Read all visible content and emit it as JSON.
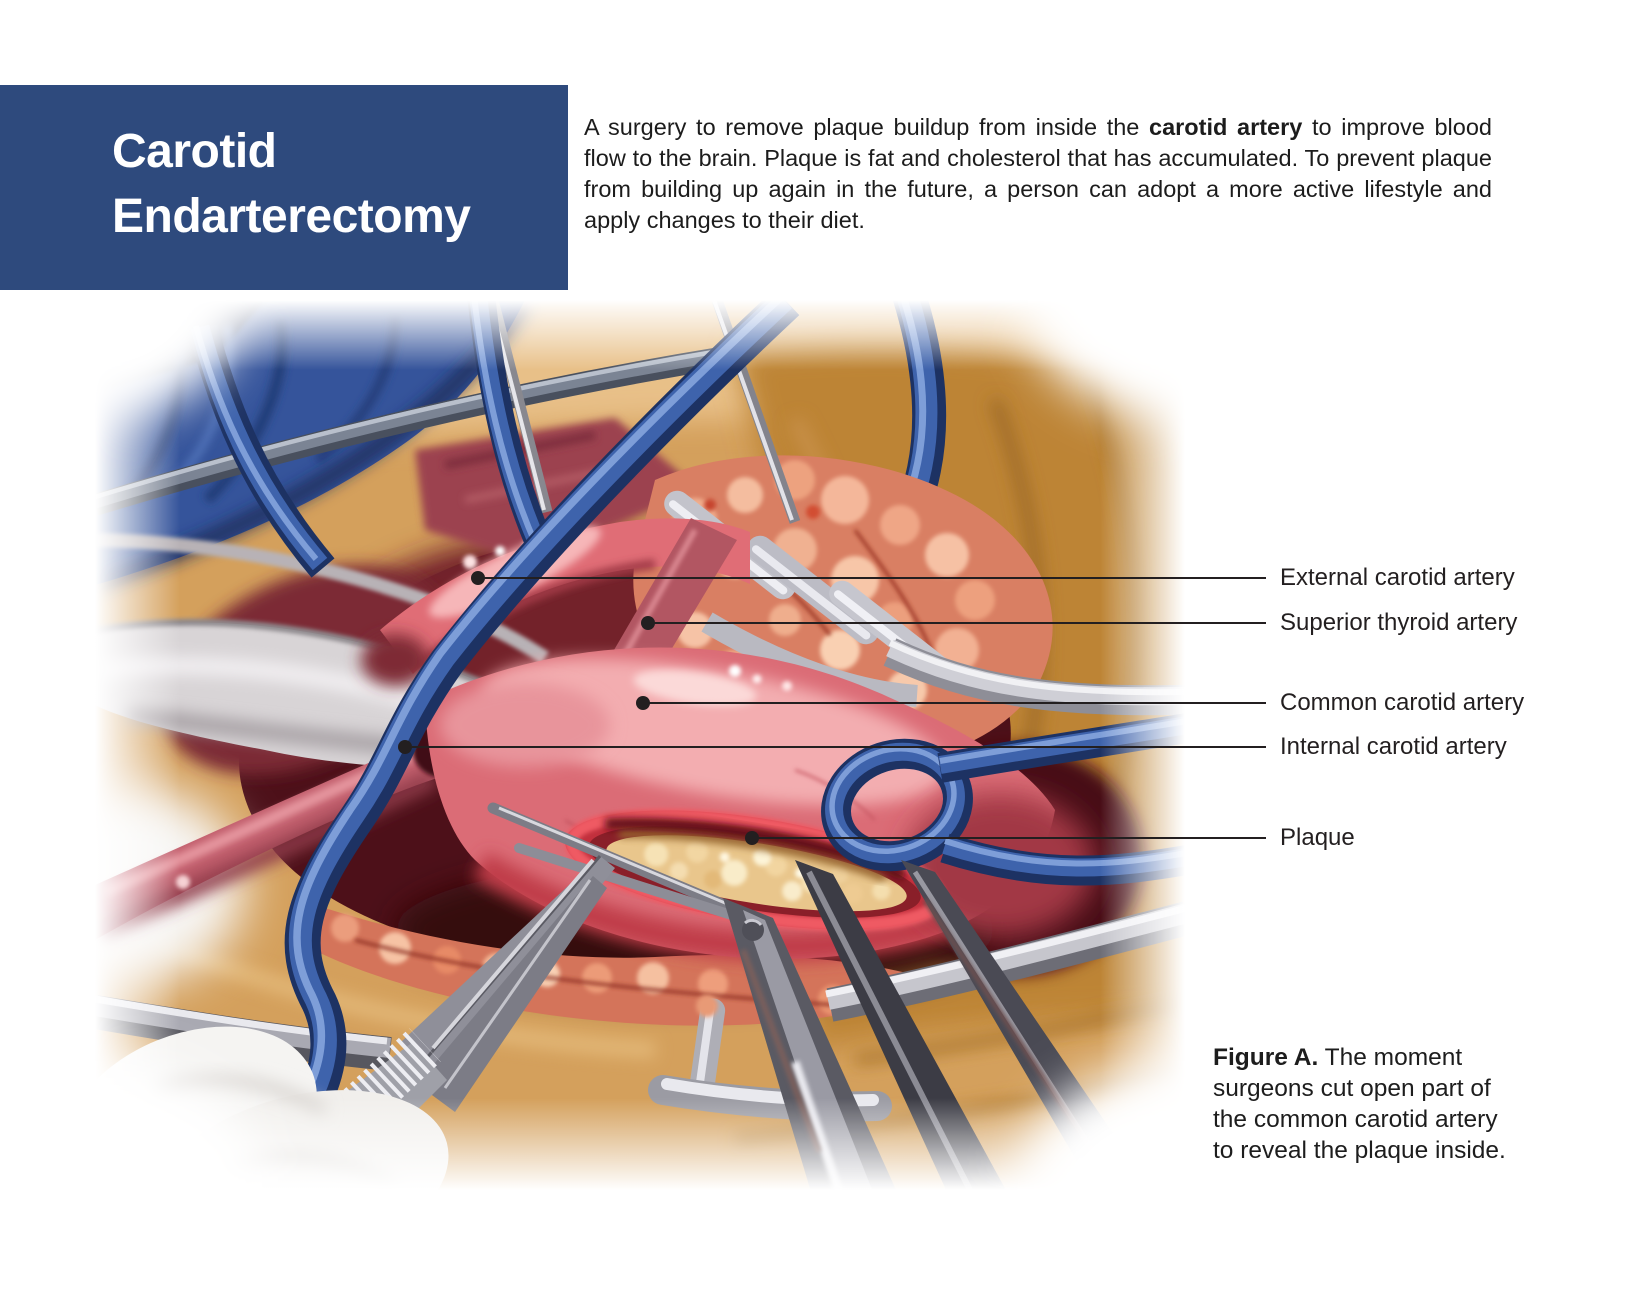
{
  "header": {
    "title_line1": "Carotid",
    "title_line2": "Endarterectomy"
  },
  "intro": {
    "text_before": "A surgery to remove plaque buildup from inside the ",
    "bold": "carotid artery",
    "text_after": " to improve blood flow to the brain. Plaque is fat and cholesterol that has accumulated. To prevent plaque from building up again in the future, a person can adopt a more active lifestyle and apply changes to their diet."
  },
  "figure": {
    "labels": [
      {
        "text": "External carotid artery"
      },
      {
        "text": "Superior thyroid artery"
      },
      {
        "text": "Common carotid artery"
      },
      {
        "text": "Internal carotid artery"
      },
      {
        "text": "Plaque"
      }
    ],
    "caption_label": "Figure A.",
    "caption_text": " The moment surgeons cut open part of the common carotid artery to reveal the plaque inside."
  },
  "colors": {
    "accent_blue": "#2e4a7d",
    "label_ink": "#231f20",
    "artery_pink": "#db6c76",
    "vein_blue": "#3e63ac",
    "plaque_cream": "#e9c68c",
    "skin_tan": "#d4a05c"
  }
}
